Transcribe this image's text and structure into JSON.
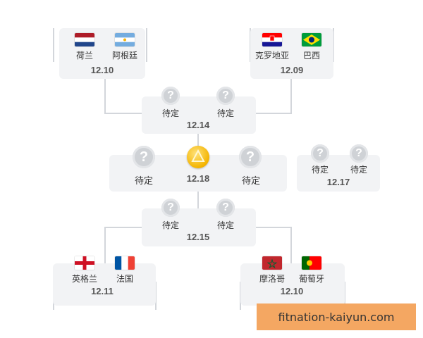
{
  "watermark": "fitnation-kaiyun.com",
  "pending": "待定",
  "matches": {
    "qf_top_left": {
      "team_a": "荷兰",
      "team_b": "阿根廷",
      "date": "12.10"
    },
    "qf_top_right": {
      "team_a": "克罗地亚",
      "team_b": "巴西",
      "date": "12.09"
    },
    "sf_top": {
      "date": "12.14"
    },
    "final": {
      "date": "12.18"
    },
    "third_place": {
      "date": "12.17"
    },
    "sf_bottom": {
      "date": "12.15"
    },
    "qf_bottom_left": {
      "team_a": "英格兰",
      "team_b": "法国",
      "date": "12.11"
    },
    "qf_bottom_right": {
      "team_a": "摩洛哥",
      "team_b": "葡萄牙",
      "date": "12.10"
    }
  },
  "colors": {
    "card_bg": "#f2f3f5",
    "connector": "#d3d6db",
    "unknown_circle": "#cfd2d6",
    "trophy": "#f4b400",
    "watermark_bg": "#f4a762"
  }
}
